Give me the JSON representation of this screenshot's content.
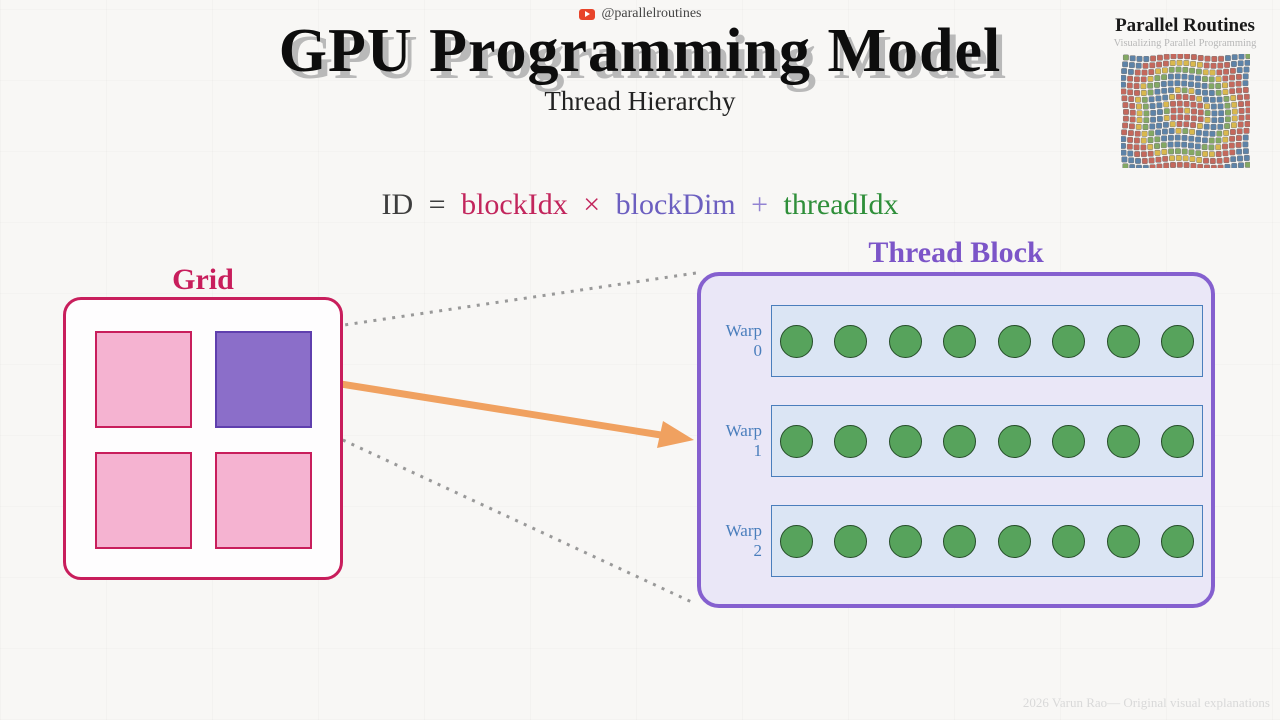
{
  "header": {
    "channel_handle": "@parallelroutines",
    "title": "GPU Programming Model",
    "subtitle": "Thread Hierarchy"
  },
  "brand": {
    "name": "Parallel Routines",
    "tagline": "Visualizing Parallel Programming",
    "mosaic": {
      "colors": {
        "yellow": "#d9b84e",
        "red": "#c4685c",
        "green": "#83a863",
        "blue": "#5d83a8"
      },
      "rings": [
        "yellow",
        "red",
        "red",
        "green",
        "blue",
        "blue",
        "green",
        "yellow",
        "red",
        "red",
        "blue",
        "blue",
        "green",
        "red"
      ]
    }
  },
  "formula": {
    "lhs": "ID",
    "equals": "=",
    "block_idx": "blockIdx",
    "times": "×",
    "block_dim": "blockDim",
    "plus": "+",
    "thread_idx": "threadIdx"
  },
  "grid": {
    "title": "Grid",
    "blocks": [
      {
        "selected": false
      },
      {
        "selected": true
      },
      {
        "selected": false
      },
      {
        "selected": false
      }
    ]
  },
  "thread_block": {
    "title": "Thread Block",
    "warps": [
      {
        "label": "Warp 0",
        "thread_count": 8
      },
      {
        "label": "Warp 1",
        "thread_count": 8
      },
      {
        "label": "Warp 2",
        "thread_count": 8
      }
    ]
  },
  "footer": {
    "credit": "2026 Varun Rao— Original visual explanations"
  },
  "colors": {
    "bg": "#f8f7f5",
    "title_ink": "#0d0d0d",
    "title_shadow": "#b9b9b9",
    "subtitle_ink": "#222222",
    "handle_ink": "#444444",
    "yt_red": "#e8442a",
    "brand_ink": "#1a1a1a",
    "tagline_ink": "#b8b8b8",
    "f_id": "#3d3d3d",
    "f_block_idx": "#c2255c",
    "f_times": "#c2255c",
    "f_block_dim": "#6c5fc0",
    "f_plus": "#9283d2",
    "f_thread_idx": "#2f8f3a",
    "grid_accent": "#c81e5c",
    "grid_fill": "#fefdfe",
    "block_pink": "#f5b3d1",
    "block_purple": "#8b6ec9",
    "block_purple_border": "#5f3fae",
    "tb_accent": "#8560cf",
    "tb_title": "#7c55c8",
    "tb_fill": "#eae7f7",
    "warp_accent": "#4a7ebc",
    "warp_fill": "#dbe5f4",
    "thread_fill": "#57a35c",
    "thread_border": "#254d28",
    "arrow": "#f0a160",
    "dotted": "#999999",
    "credit_ink": "#d9d9d9"
  }
}
